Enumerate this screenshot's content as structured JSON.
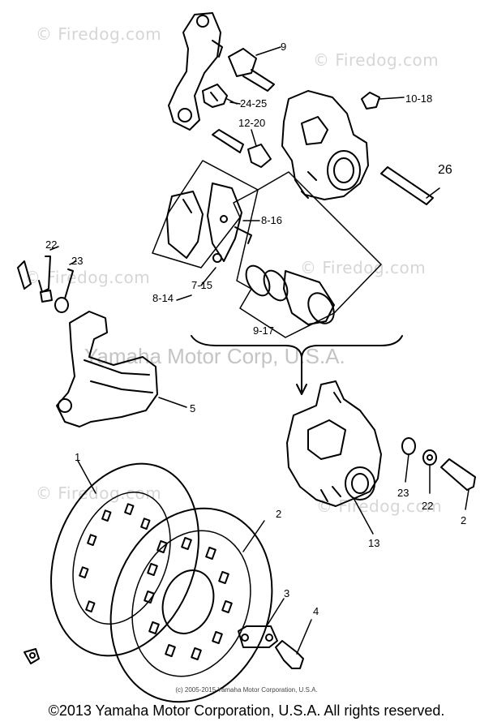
{
  "watermarks": {
    "firedog": "© Firedog.com",
    "corp": "Yamaha Motor Corp, U.S.A."
  },
  "callouts": {
    "p_9": "9",
    "p_24_25": "24-25",
    "p_12_20": "12-20",
    "p_10_18": "10-18",
    "p_26": "26",
    "p_8_16": "8-16",
    "p_22": "22",
    "p_23": "23",
    "p_7_15": "7-15",
    "p_8_14": "8-14",
    "p_9_17": "9-17",
    "p_5": "5",
    "p_1": "1",
    "p_2": "2",
    "p_3": "3",
    "p_4": "4",
    "p_13": "13",
    "p_23b": "23",
    "p_22b": "22",
    "p_2b": "2"
  },
  "copyright_small": "(c) 2005-2015 Yamaha Motor Corporation, U.S.A.",
  "footer": "©2013 Yamaha Motor Corporation, U.S.A. All rights reserved."
}
